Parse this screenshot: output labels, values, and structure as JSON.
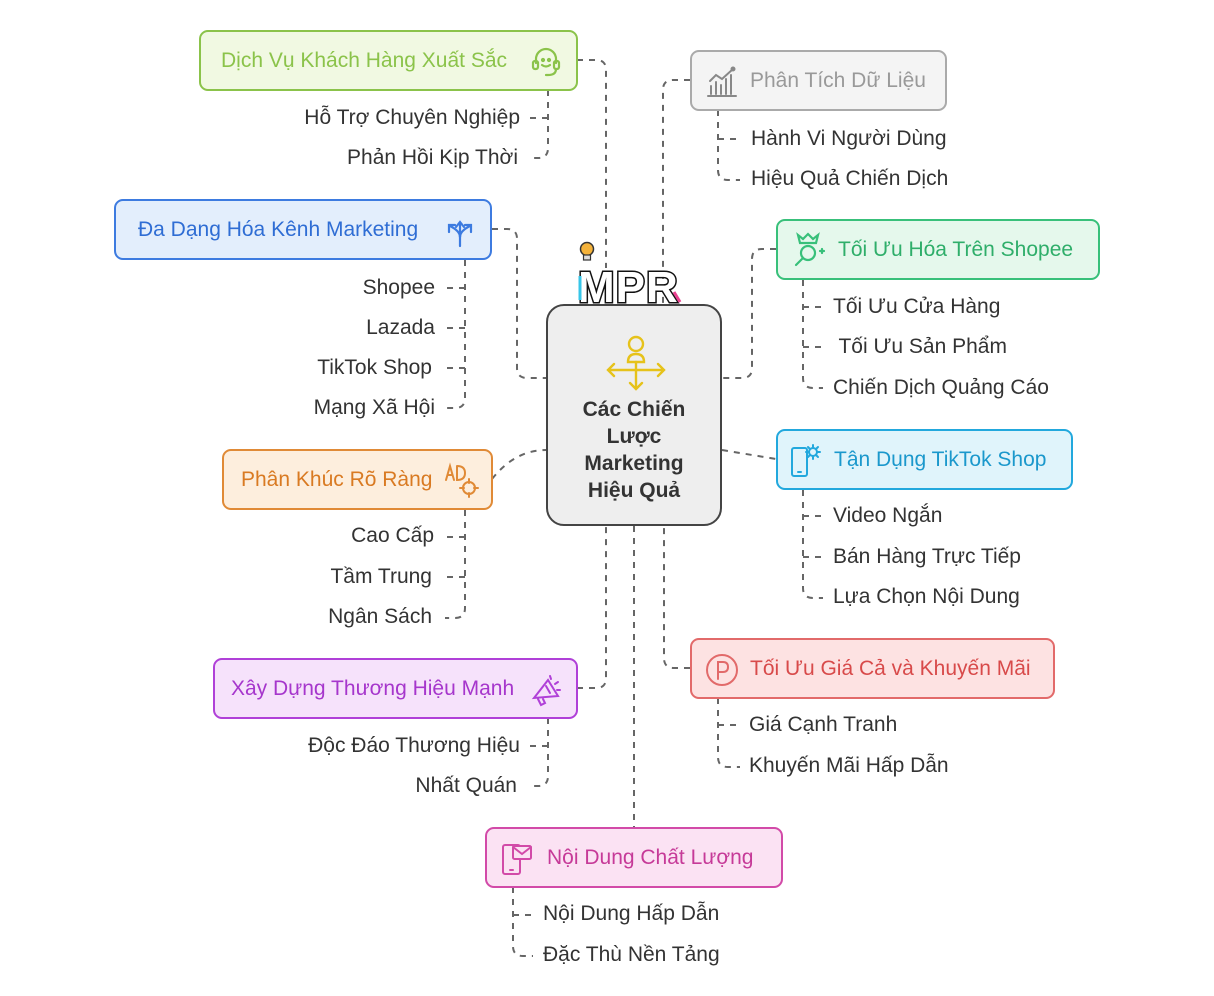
{
  "logo": {
    "text": "MPR"
  },
  "center": {
    "title_lines": [
      "Các Chiến",
      "Lược",
      "Marketing",
      "Hiệu Quả"
    ]
  },
  "colors": {
    "green": "#8bc34a",
    "gray": "#aaaaaa",
    "blue": "#3d7be0",
    "teal": "#38c07a",
    "orange": "#e08a36",
    "cyan": "#22a8dd",
    "red": "#e26a6a",
    "purple": "#b040d8",
    "pink": "#d24aa8",
    "line": "#666666"
  },
  "branches": {
    "customer_service": {
      "label": "Dịch Vụ Khách Hàng Xuất Sắc",
      "icon": "headset-icon",
      "items": [
        "Hỗ Trợ Chuyên Nghiệp",
        "Phản Hồi Kịp Thời"
      ]
    },
    "data_analysis": {
      "label": "Phân Tích Dữ Liệu",
      "icon": "analytics-chart-icon",
      "items": [
        "Hành Vi Người Dùng",
        "Hiệu Quả Chiến Dịch"
      ]
    },
    "channel_diversification": {
      "label": "Đa Dạng Hóa Kênh Marketing",
      "icon": "split-arrows-icon",
      "items": [
        "Shopee",
        "Lazada",
        "TikTok Shop",
        "Mạng Xã Hội"
      ]
    },
    "shopee_optimization": {
      "label": "Tối Ưu Hóa Trên Shopee",
      "icon": "crown-search-icon",
      "items": [
        "Tối Ưu Cửa Hàng",
        " Tối Ưu Sản Phẩm",
        "Chiến Dịch Quảng Cáo"
      ]
    },
    "segmentation": {
      "label": "Phân Khúc Rõ Ràng",
      "icon": "ad-target-icon",
      "items": [
        "Cao Cấp",
        "Tầm Trung",
        "Ngân Sách"
      ]
    },
    "tiktok_shop": {
      "label": "Tận Dụng TikTok Shop",
      "icon": "mobile-gear-icon",
      "items": [
        "Video Ngắn",
        "Bán Hàng Trực Tiếp",
        "Lựa Chọn Nội Dung"
      ]
    },
    "brand": {
      "label": "Xây Dựng Thương Hiệu Mạnh",
      "icon": "megaphone-icon",
      "items": [
        "Độc Đáo Thương Hiệu",
        "Nhất Quán"
      ]
    },
    "pricing": {
      "label": "Tối Ưu Giá Cả và Khuyến Mãi",
      "icon": "price-tag-icon",
      "items": [
        "Giá Cạnh Tranh",
        "Khuyến Mãi Hấp Dẫn"
      ]
    },
    "content": {
      "label": "Nội Dung Chất Lượng",
      "icon": "mobile-mail-icon",
      "items": [
        "Nội Dung Hấp Dẫn",
        "Đặc Thù Nền Tảng"
      ]
    }
  }
}
